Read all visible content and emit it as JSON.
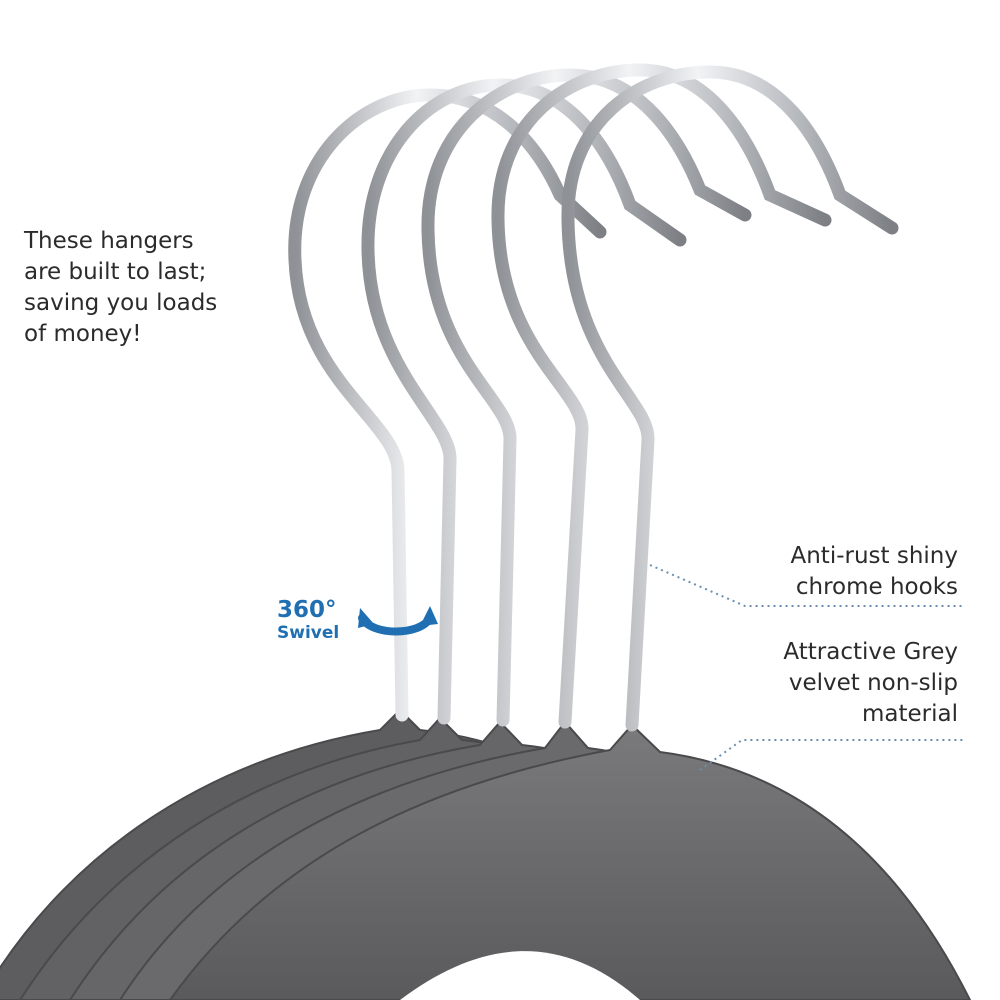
{
  "callouts": {
    "left": {
      "lines": [
        "These hangers",
        "are built to last;",
        "saving you loads",
        "of money!"
      ]
    },
    "hooks": {
      "lines": [
        "Anti-rust shiny",
        "chrome hooks"
      ]
    },
    "velvet": {
      "lines": [
        "Attractive Grey",
        "velvet non-slip",
        "material"
      ]
    }
  },
  "swivel": {
    "degrees": "360°",
    "label": "Swivel"
  },
  "colors": {
    "velvet": "#6e6e70",
    "chrome": "#c9ccd0",
    "swivel_blue": "#1f6fb2",
    "text": "#2b2b2b"
  },
  "icons": {
    "swivel": "rotate-arrow-icon"
  }
}
